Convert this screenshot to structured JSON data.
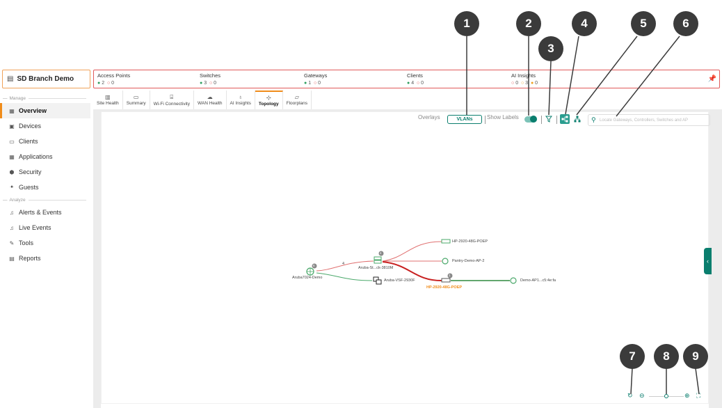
{
  "site": {
    "name": "SD Branch Demo"
  },
  "summary": [
    {
      "label": "Access Points",
      "green": "2",
      "red": "0"
    },
    {
      "label": "Switches",
      "green": "3",
      "red": "0"
    },
    {
      "label": "Gateways",
      "green": "1",
      "red": "0"
    },
    {
      "label": "Clients",
      "green": "4",
      "red": "0"
    },
    {
      "label": "AI Insights",
      "c1": "0",
      "c2": "3",
      "c3": "0"
    }
  ],
  "sidebar": {
    "manage_label": "Manage",
    "analyze_label": "Analyze",
    "manage_items": [
      {
        "label": "Overview"
      },
      {
        "label": "Devices"
      },
      {
        "label": "Clients"
      },
      {
        "label": "Applications"
      },
      {
        "label": "Security"
      },
      {
        "label": "Guests"
      }
    ],
    "analyze_items": [
      {
        "label": "Alerts & Events"
      },
      {
        "label": "Live Events"
      },
      {
        "label": "Tools"
      },
      {
        "label": "Reports"
      }
    ]
  },
  "tabs": [
    {
      "label": "Site Health"
    },
    {
      "label": "Summary"
    },
    {
      "label": "Wi-Fi Connectivity"
    },
    {
      "label": "WAN Health"
    },
    {
      "label": "AI Insights"
    },
    {
      "label": "Topology"
    },
    {
      "label": "Floorplans"
    }
  ],
  "toolbar": {
    "overlays_label": "Overlays",
    "vlans_label": "VLANs",
    "show_labels_label": "Show Labels",
    "search_placeholder": "Locate Gateways, Controllers, Switches and AP"
  },
  "topology": {
    "gateway": "Aruba7024-Demo",
    "gateway_badge": "6",
    "link_count": "4",
    "switch_stack": "Aruba-St...ck-3810M",
    "switch_stack_badge": "4",
    "vsf": "Aruba-VSF-2930F",
    "sw_top": "HP-2920-48G-POEP",
    "ap_mid": "Pantry-Demo-AP-2",
    "sw_bottom": "HP-2920-48G-POEP",
    "sw_bottom_badge": "1",
    "ap_bottom": "Demo-AP1...c5:4e:fa"
  },
  "callouts": [
    "1",
    "2",
    "3",
    "4",
    "5",
    "6",
    "7",
    "8",
    "9"
  ],
  "colors": {
    "accent": "#0a7e6e",
    "orange": "#f08c1a",
    "red": "#e05a5a"
  }
}
